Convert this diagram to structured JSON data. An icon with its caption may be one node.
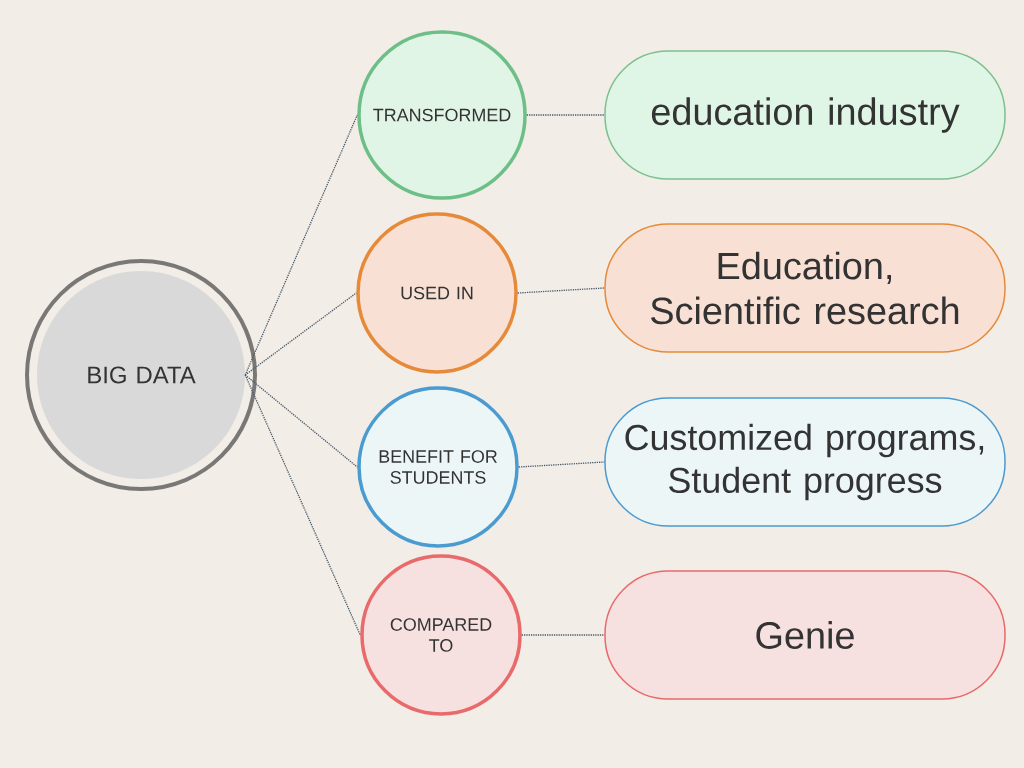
{
  "diagram": {
    "nodes": [
      {
        "text": [
          "BIG DATA"
        ]
      },
      {
        "text": [
          "TRANSFORMED"
        ]
      },
      {
        "text": [
          "education industry"
        ]
      },
      {
        "text": [
          "USED IN"
        ]
      },
      {
        "text": [
          "Education, Scientific research"
        ]
      },
      {
        "text": [
          "BENEFIT FOR STUDENTS"
        ]
      },
      {
        "text": [
          "Customized programs, Student progress"
        ]
      },
      {
        "text": [
          "COMPARED TO"
        ]
      },
      {
        "text": [
          "Genie"
        ]
      }
    ],
    "edges": [
      {
        "from": 0,
        "to": 1,
        "arrow": "none"
      },
      {
        "from": 0,
        "to": 3,
        "arrow": "none"
      },
      {
        "from": 0,
        "to": 5,
        "arrow": "none"
      },
      {
        "from": 0,
        "to": 7,
        "arrow": "none"
      },
      {
        "from": 1,
        "to": 2,
        "arrow": "none"
      },
      {
        "from": 3,
        "to": 4,
        "arrow": "none"
      },
      {
        "from": 5,
        "to": 6,
        "arrow": "none"
      },
      {
        "from": 7,
        "to": 8,
        "arrow": "none"
      }
    ]
  }
}
